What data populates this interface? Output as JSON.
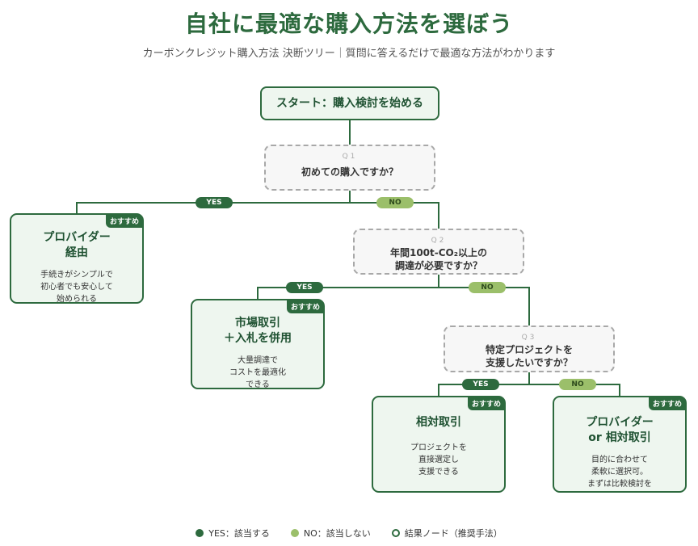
{
  "header": {
    "title": "自社に最適な購入方法を選ぼう",
    "subtitle": "カーボンクレジット購入方法 決断ツリー｜質問に答えるだけで最適な方法がわかります"
  },
  "start": {
    "label": "スタート：購入検討を始める"
  },
  "questions": [
    {
      "number": "Q1",
      "text": "初めての購入ですか？"
    },
    {
      "number": "Q2",
      "line1": "年間100t-CO₂以上の",
      "line2": "調達が必要ですか？"
    },
    {
      "number": "Q3",
      "line1": "特定プロジェクトを",
      "line2": "支援したいですか？"
    }
  ],
  "branches": {
    "yes": "YES",
    "no": "NO"
  },
  "results": [
    {
      "badge": "おすすめ",
      "title1": "プロバイダー",
      "title2": "経由",
      "desc1": "手続きがシンプルで",
      "desc2": "初心者でも安心して",
      "desc3": "始められる"
    },
    {
      "badge": "おすすめ",
      "title1": "市場取引",
      "title2": "＋入札を併用",
      "desc1": "大量調達で",
      "desc2": "コストを最適化",
      "desc3": "できる"
    },
    {
      "badge": "おすすめ",
      "title1": "相対取引",
      "title2": "",
      "desc1": "プロジェクトを",
      "desc2": "直接選定し",
      "desc3": "支援できる"
    },
    {
      "badge": "おすすめ",
      "title1": "プロバイダー",
      "title2": "or 相対取引",
      "desc1": "目的に合わせて",
      "desc2": "柔軟に選択可。",
      "desc3": "まずは比較検討を"
    }
  ],
  "legend": {
    "yes": "YES：該当する",
    "no": "NO：該当しない",
    "result": "結果ノード（推奨手法）"
  },
  "colors": {
    "yes": "#2d6a3e",
    "no": "#9bbf6a",
    "line": "#2d6a3e",
    "result_bg": "#eef6ef",
    "question_border": "#a8a8a8"
  }
}
